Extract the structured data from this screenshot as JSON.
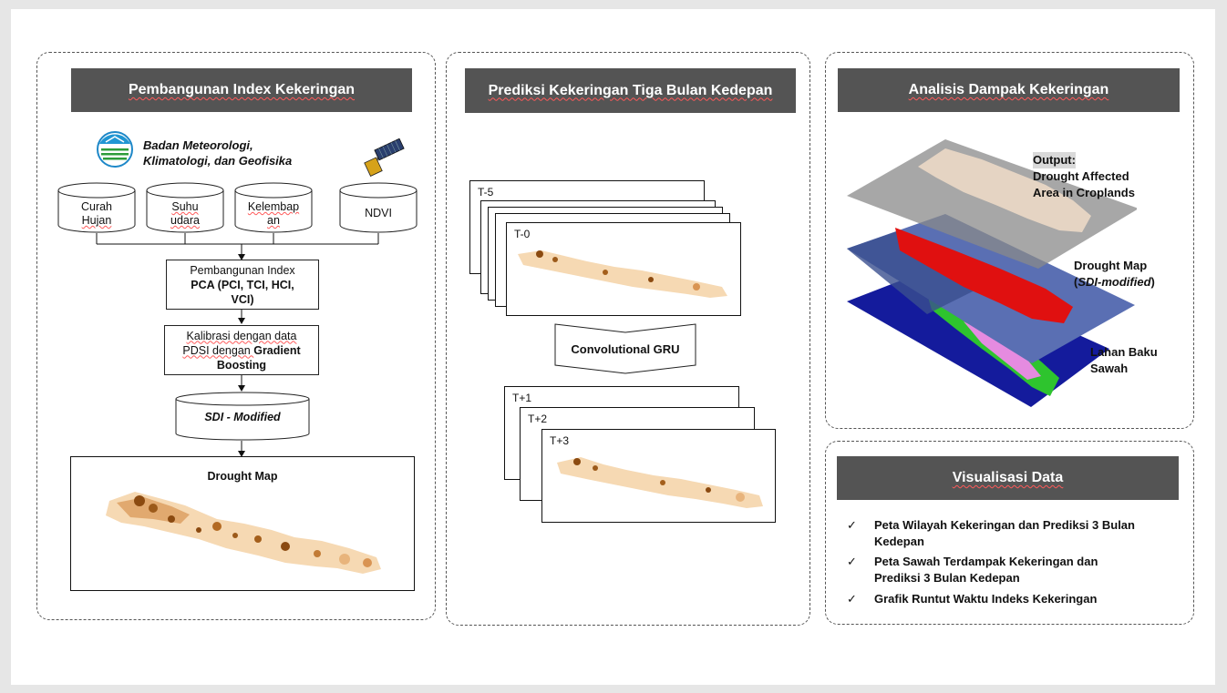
{
  "left_panel": {
    "title": "Pembangunan Index Kekeringan",
    "agency_line1": "Badan Meteorologi,",
    "agency_line2": "Klimatologi, dan Geofisika",
    "inputs": [
      "Curah Hujan",
      "Suhu udara",
      "Kelembap an",
      "NDVI"
    ],
    "input_lines": [
      [
        "Curah",
        "Hujan"
      ],
      [
        "Suhu",
        "udara"
      ],
      [
        "Kelembap",
        "an"
      ],
      [
        "NDVI"
      ]
    ],
    "pca_line1": "Pembangunan Index",
    "pca_line2": "PCA (PCI, TCI, HCI,",
    "pca_line3": "VCI)",
    "calib_line1": "Kalibrasi dengan data",
    "calib_line2a": "PDSI dengan ",
    "calib_line2b": "Gradient",
    "calib_line3": "Boosting",
    "sdi_label": "SDI - Modified",
    "map_label": "Drought Map"
  },
  "middle_panel": {
    "title": "Prediksi Kekeringan Tiga Bulan Kedepan",
    "input_frames": [
      "T-5",
      "T-0"
    ],
    "model_label": "Convolutional GRU",
    "output_frames": [
      "T+1",
      "T+2",
      "T+3"
    ]
  },
  "right_top_panel": {
    "title": "Analisis Dampak Kekeringan",
    "output_label": "Output:",
    "output_line1": "Drought Affected",
    "output_line2": "Area in Croplands",
    "drought_map_line1": "Drought Map",
    "drought_map_line2": "SDI-modified",
    "lahan_line1": "Lahan Baku",
    "lahan_line2": "Sawah"
  },
  "right_bottom_panel": {
    "title": "Visualisasi Data",
    "check_symbol": "✓",
    "bullets": [
      [
        "Peta Wilayah Kekeringan dan Prediksi 3 Bulan",
        "Kedepan"
      ],
      [
        "Peta Sawah Terdampak Kekeringan dan",
        "Prediksi 3 Bulan Kedepan"
      ],
      [
        "Grafik Runtut Waktu Indeks Kekeringan"
      ]
    ]
  },
  "colors": {
    "header_bg": "#545454",
    "drought_dark": "#8b4a10",
    "drought_light": "#f4d7ae",
    "map_red": "#e01010",
    "map_blue": "#141b9c",
    "map_green": "#2ec42e"
  }
}
